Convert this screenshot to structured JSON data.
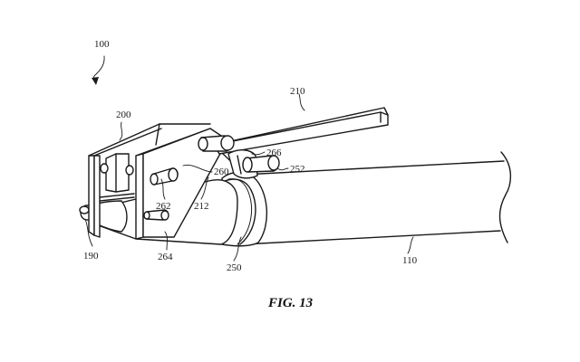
{
  "figure": {
    "caption": "FIG. 13",
    "reference_numerals": {
      "assembly": "100",
      "clamp": "200",
      "lever": "210",
      "plate": "212",
      "collar": "250",
      "pin_right": "252",
      "edge": "260",
      "pin_upper": "262",
      "pin_lower": "264",
      "link": "266",
      "tip": "190",
      "tube": "110"
    }
  }
}
